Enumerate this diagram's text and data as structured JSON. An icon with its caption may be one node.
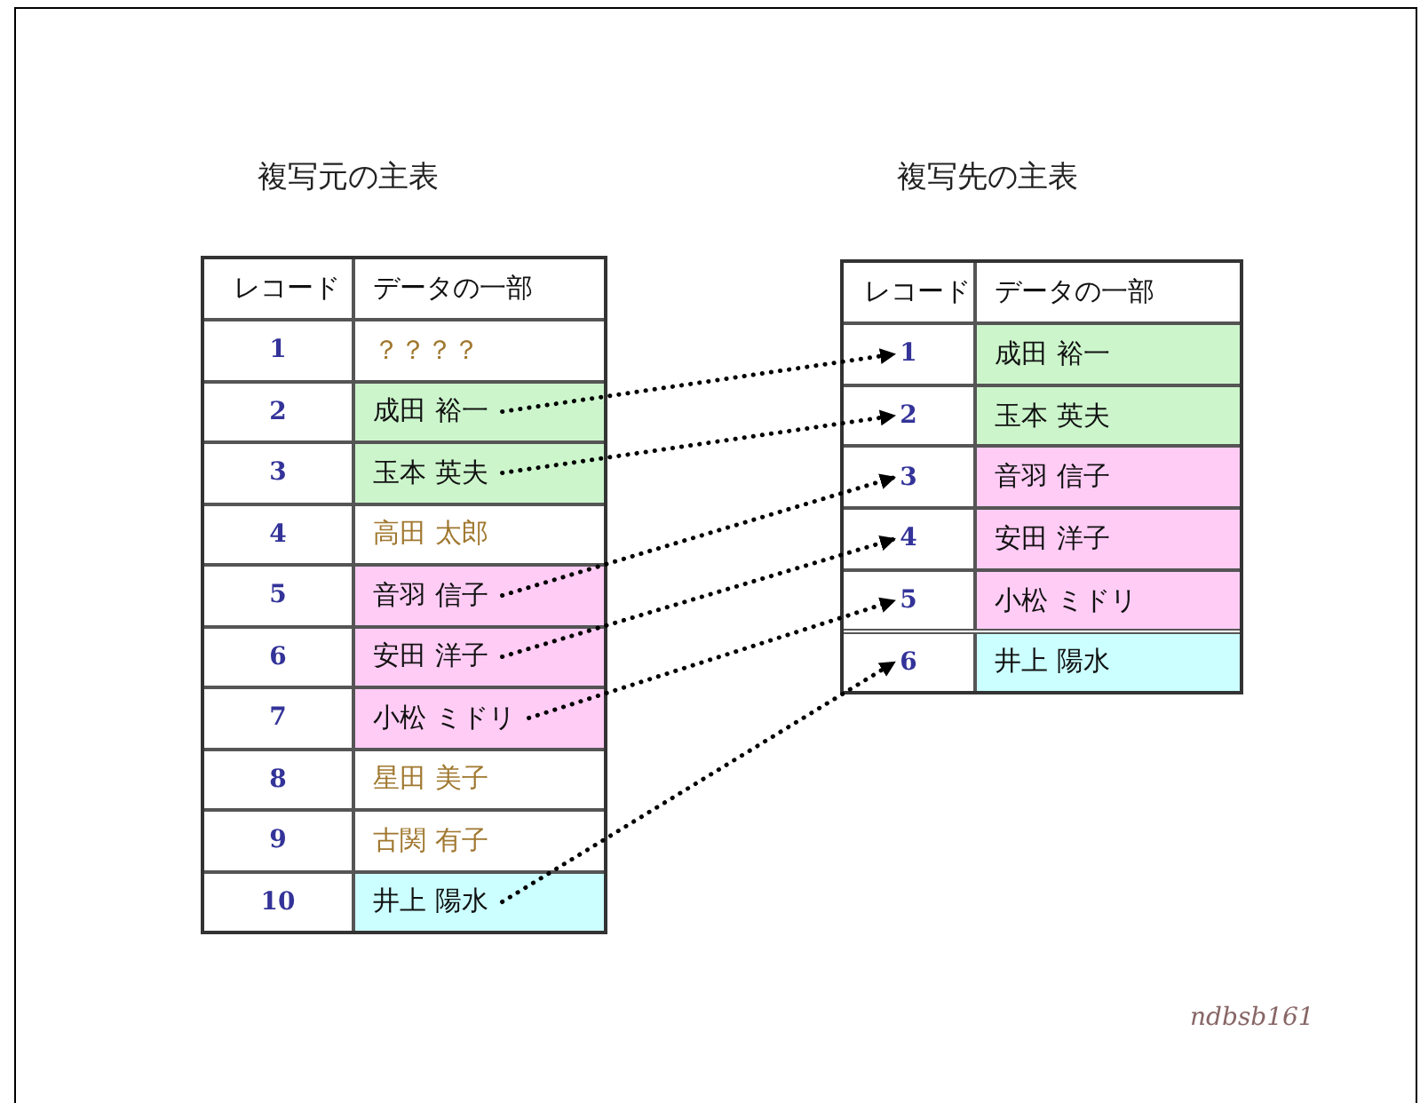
{
  "diagram": {
    "nodes": [
      {
        "text": [
          "成田 裕一"
        ]
      },
      {
        "text": [
          "玉本 英夫"
        ]
      },
      {
        "text": [
          "音羽 信子"
        ]
      },
      {
        "text": [
          "安田 洋子"
        ]
      },
      {
        "text": [
          "小松 ミドリ"
        ]
      },
      {
        "text": [
          "井上 陽水"
        ]
      },
      {
        "text": [
          "1"
        ]
      },
      {
        "text": [
          "2"
        ]
      },
      {
        "text": [
          "3"
        ]
      },
      {
        "text": [
          "4"
        ]
      },
      {
        "text": [
          "5"
        ]
      },
      {
        "text": [
          "6"
        ]
      }
    ],
    "edges": [
      {
        "from": 0,
        "to": 6,
        "arrow": "to",
        "style": "dashed"
      },
      {
        "from": 1,
        "to": 7,
        "arrow": "to",
        "style": "dashed"
      },
      {
        "from": 2,
        "to": 8,
        "arrow": "to",
        "style": "dashed"
      },
      {
        "from": 3,
        "to": 9,
        "arrow": "to",
        "style": "dashed"
      },
      {
        "from": 4,
        "to": 10,
        "arrow": "to",
        "style": "dashed"
      },
      {
        "from": 5,
        "to": 11,
        "arrow": "to",
        "style": "dashed"
      }
    ],
    "labels": [
      "複写元の主表",
      "複写先の主表",
      "レコード",
      "データの一部",
      "1",
      "？？？？",
      "2",
      "3",
      "4",
      "高田 太郎",
      "5",
      "6",
      "7",
      "8",
      "星田 美子",
      "9",
      "古関 有子",
      "10",
      "レコード",
      "データの一部",
      "成田 裕一",
      "玉本 英夫",
      "音羽 信子",
      "安田 洋子",
      "小松 ミドリ",
      "井上 陽水",
      "ndbsb161"
    ]
  }
}
